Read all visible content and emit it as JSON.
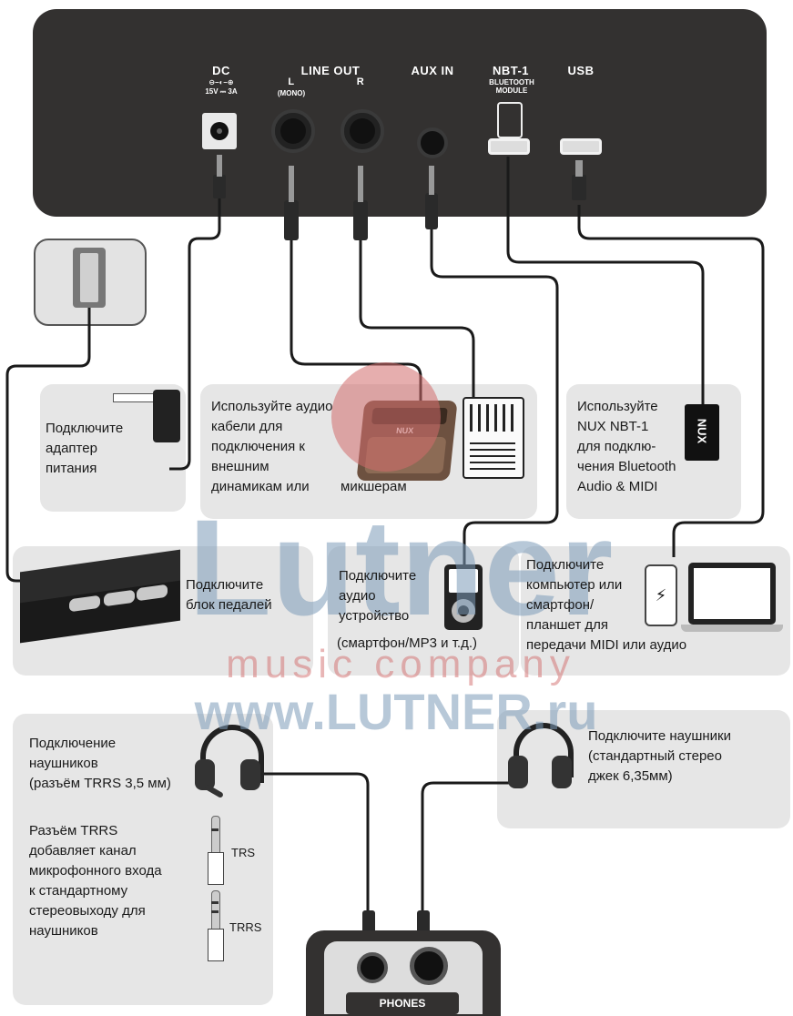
{
  "panel": {
    "dc_label": "DC",
    "dc_spec": "15V ⎓ 3A",
    "line_out_label": "LINE OUT",
    "line_out_l": "L",
    "line_out_mono": "(MONO)",
    "line_out_r": "R",
    "aux_in_label": "AUX IN",
    "nbt_label": "NBT-1",
    "nbt_sub": "BLUETOOTH\nMODULE",
    "usb_label": "USB"
  },
  "sections": {
    "power_adapter": "Подключите\nадаптер\nпитания",
    "audio_cables": "Используйте аудио\nкабели для\nподключения к\nвнешним\nдинамикам или",
    "audio_cables_end": "микшерам",
    "nbt": "Используйте\nNUX NBT-1\nдля подклю-\nчения Bluetooth\nAudio & MIDI",
    "pedals": "Подключите\nблок педалей",
    "audio_device": "Подключите\nаудио\nустройство",
    "audio_device_note": "(смартфон/МР3 и т.д.)",
    "computer": "Подключите\nкомпьютер или\nсмартфон/\nпланшет для\nпередачи   MIDI или аудио",
    "headset": "Подключение\nнаушников\n(разъём TRRS 3,5 мм)",
    "trrs_note": "Разъём TRRS\nдобавляет канал\nмикрофонного входа\nк стандартному\nстереовыходу для\nнаушников",
    "trs_label": "TRS",
    "trrs_label": "TRRS",
    "headphones": "Подключите наушники\n(стандартный стерео\nджек 6,35мм)",
    "phones_label": "PHONES"
  },
  "brand": {
    "nux_logo": "NUX",
    "watermark_main": "Lutner",
    "watermark_sub": "music company",
    "watermark_url": "www.LUTNER.ru"
  },
  "colors": {
    "panel": "#333130",
    "box": "#e6e6e6",
    "cable": "#1a1a1a",
    "watermark_blue": "#7c9bb8",
    "watermark_red": "#d26b6b"
  }
}
